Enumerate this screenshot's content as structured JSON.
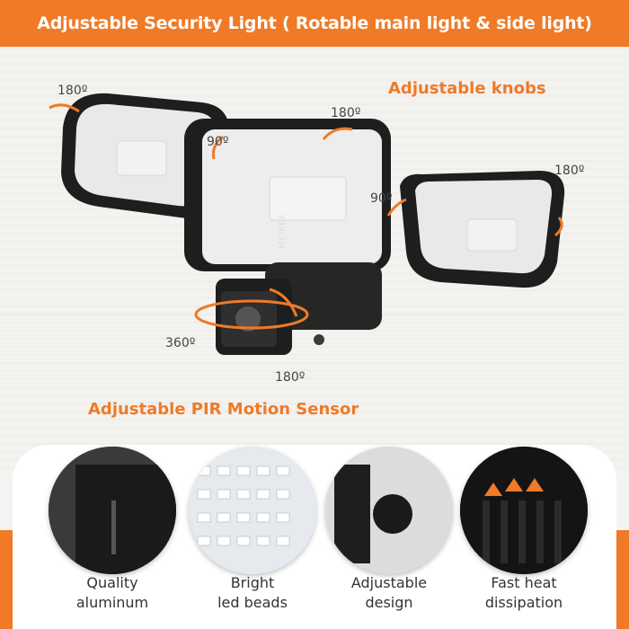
{
  "banner": {
    "title": "Adjustable Security Light ( Rotable main light & side light)"
  },
  "annotations": {
    "left_panel_rotation": "180º",
    "left_hinge": "90º",
    "main_panel_rotation": "180º",
    "right_hinge": "90º",
    "right_panel_rotation": "180º",
    "sensor_horizontal": "360º",
    "sensor_vertical": "180º"
  },
  "headings": {
    "knobs": "Adjustable knobs",
    "sensor": "Adjustable PIR Motion Sensor"
  },
  "brand": "MEIKEE",
  "features": [
    {
      "line1": "Quality",
      "line2": "aluminum"
    },
    {
      "line1": "Bright",
      "line2": "led beads"
    },
    {
      "line1": "Adjustable",
      "line2": "design"
    },
    {
      "line1": "Fast heat",
      "line2": "dissipation"
    }
  ],
  "colors": {
    "accent": "#f07a26",
    "housing": "#1e1e1e",
    "text": "#333333"
  }
}
